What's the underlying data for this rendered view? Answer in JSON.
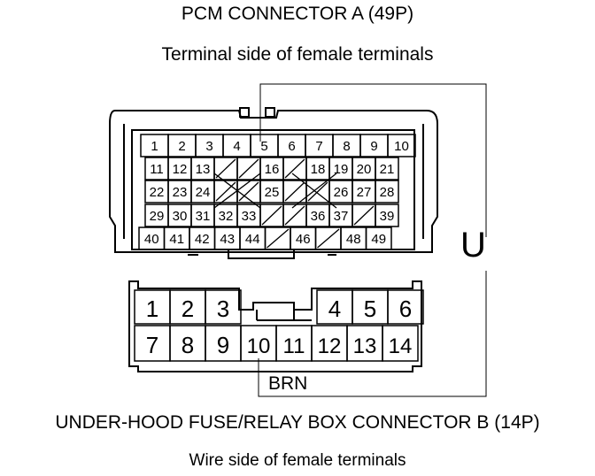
{
  "titles": {
    "pcm_connector": "PCM CONNECTOR A (49P)",
    "pcm_view": "Terminal side of female terminals",
    "fuse_box_connector": "UNDER-HOOD FUSE/RELAY BOX CONNECTOR B (14P)",
    "fuse_box_view": "Wire side of female terminals"
  },
  "wire_color": "BRN",
  "meter_symbol": "U",
  "pcm_rows": [
    [
      "1",
      "2",
      "3",
      "4",
      "5",
      "6",
      "7",
      "8",
      "9",
      "10"
    ],
    [
      "11",
      "12",
      "13",
      "",
      "",
      "16",
      "",
      "18",
      "19",
      "20",
      "21"
    ],
    [
      "22",
      "23",
      "24",
      "",
      "",
      "25",
      "",
      "",
      "26",
      "27",
      "28"
    ],
    [
      "29",
      "30",
      "31",
      "32",
      "33",
      "",
      "",
      "36",
      "37",
      "",
      "39"
    ],
    [
      "40",
      "41",
      "42",
      "43",
      "44",
      "",
      "46",
      "",
      "48",
      "49"
    ]
  ],
  "fuse_rows": [
    [
      "1",
      "2",
      "3",
      "4",
      "5",
      "6"
    ],
    [
      "7",
      "8",
      "9",
      "10",
      "11",
      "12",
      "13",
      "14"
    ]
  ],
  "probe_terminals": {
    "pcm": "5",
    "fuse_box": "10"
  },
  "colors": {
    "line": "#000000",
    "background": "#ffffff"
  }
}
